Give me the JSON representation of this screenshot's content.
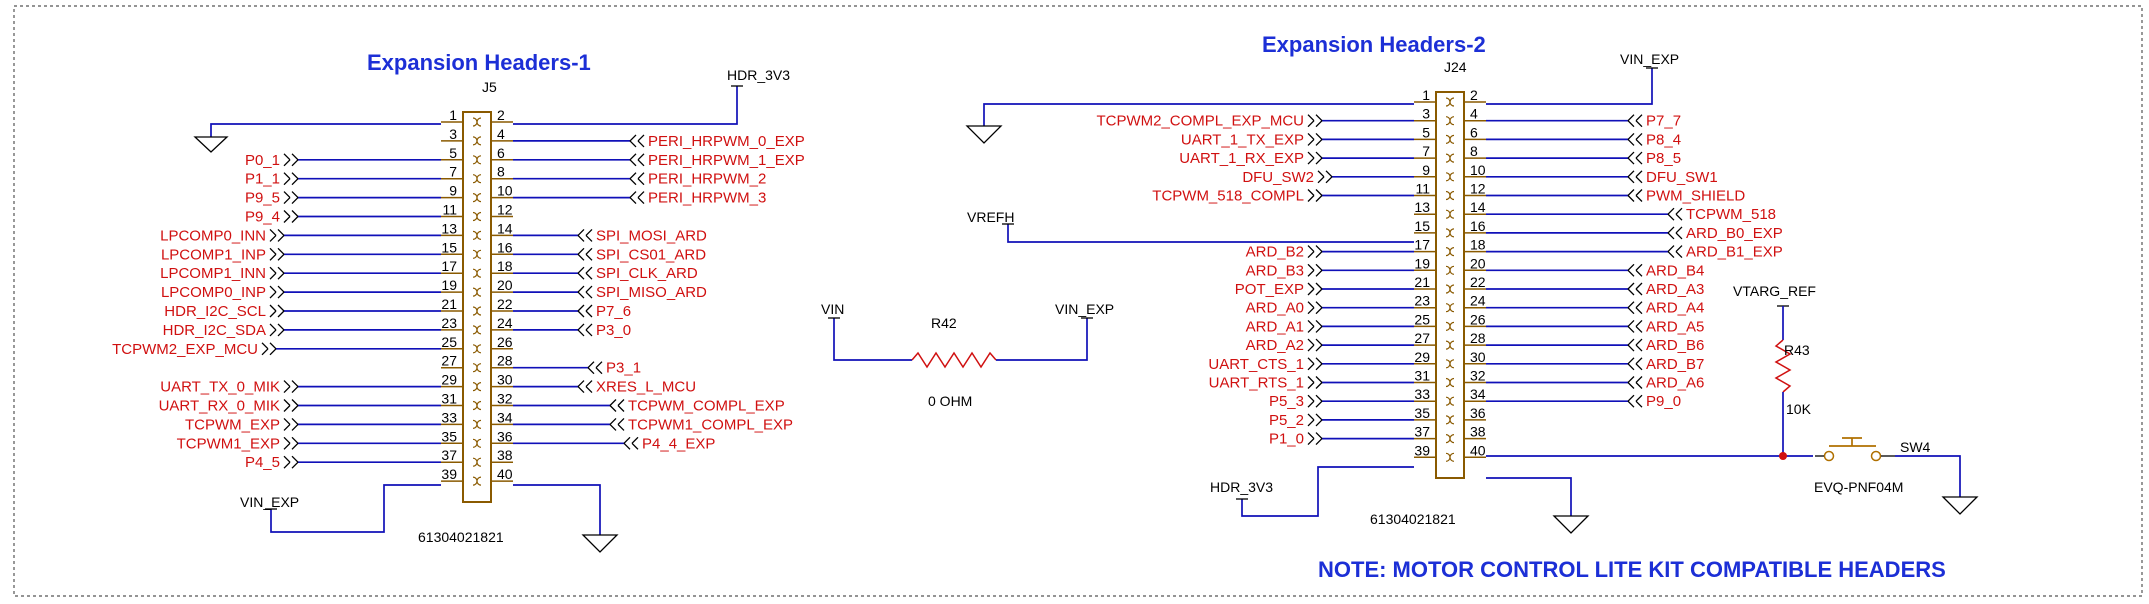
{
  "titles": {
    "j5": "Expansion Headers-1",
    "j24": "Expansion Headers-2"
  },
  "note": "NOTE: MOTOR CONTROL LITE KIT COMPATIBLE HEADERS",
  "j5": {
    "ref": "J5",
    "part": "61304021821",
    "left_nets": [
      "",
      "",
      "P0_1",
      "P1_1",
      "P9_5",
      "P9_4",
      "LPCOMP0_INN",
      "LPCOMP1_INP",
      "LPCOMP1_INN",
      "LPCOMP0_INP",
      "HDR_I2C_SCL",
      "HDR_I2C_SDA",
      "TCPWM2_EXP_MCU",
      "",
      "UART_TX_0_MIK",
      "UART_RX_0_MIK",
      "TCPWM_EXP",
      "TCPWM1_EXP",
      "P4_5",
      ""
    ],
    "right_nets": [
      "",
      "PERI_HRPWM_0_EXP",
      "PERI_HRPWM_1_EXP",
      "PERI_HRPWM_2",
      "PERI_HRPWM_3",
      "",
      "SPI_MOSI_ARD",
      "SPI_CS01_ARD",
      "SPI_CLK_ARD",
      "SPI_MISO_ARD",
      "P7_6",
      "P3_0",
      "",
      "P3_1",
      "XRES_L_MCU",
      "TCPWM_COMPL_EXP",
      "TCPWM1_COMPL_EXP",
      "P4_4_EXP",
      "",
      ""
    ],
    "power": {
      "hdr_3v3": "HDR_3V3",
      "vin_exp": "VIN_EXP"
    }
  },
  "j24": {
    "ref": "J24",
    "part": "61304021821",
    "left_nets": [
      "",
      "TCPWM2_COMPL_EXP_MCU",
      "UART_1_TX_EXP",
      "UART_1_RX_EXP",
      "DFU_SW2",
      "TCPWM_518_COMPL",
      "",
      "",
      "ARD_B2",
      "ARD_B3",
      "POT_EXP",
      "ARD_A0",
      "ARD_A1",
      "ARD_A2",
      "UART_CTS_1",
      "UART_RTS_1",
      "P5_3",
      "P5_2",
      "P1_0",
      ""
    ],
    "right_nets": [
      "",
      "P7_7",
      "P8_4",
      "P8_5",
      "DFU_SW1",
      "PWM_SHIELD",
      "TCPWM_518",
      "ARD_B0_EXP",
      "ARD_B1_EXP",
      "ARD_B4",
      "ARD_A3",
      "ARD_A4",
      "ARD_A5",
      "ARD_B6",
      "ARD_B7",
      "ARD_A6",
      "P9_0",
      "",
      "",
      ""
    ],
    "power": {
      "vin_exp": "VIN_EXP",
      "vrefh": "VREFH",
      "hdr_3v3": "HDR_3V3"
    }
  },
  "r42": {
    "ref": "R42",
    "value": "0 OHM",
    "left_net": "VIN",
    "right_net": "VIN_EXP"
  },
  "r43": {
    "ref": "R43",
    "value": "10K",
    "net": "VTARG_REF"
  },
  "sw4": {
    "ref": "SW4",
    "part": "EVQ-PNF04M"
  }
}
